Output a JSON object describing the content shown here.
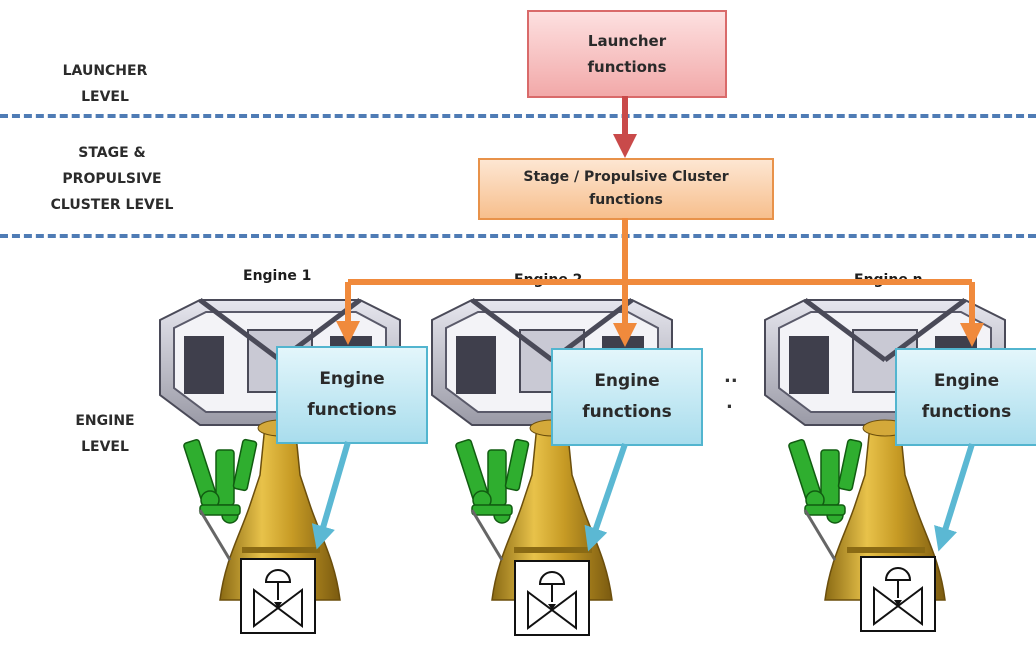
{
  "levels": {
    "launcher": "LAUNCHER\nLEVEL",
    "stage": "STAGE &\nPROPULSIVE\nCLUSTER LEVEL",
    "engine": "ENGINE\nLEVEL"
  },
  "boxes": {
    "launcher": "Launcher\nfunctions",
    "stage": "Stage / Propulsive Cluster\nfunctions",
    "engine": "Engine\nfunctions"
  },
  "engines": [
    {
      "title": "Engine 1"
    },
    {
      "title": "Engine 2"
    },
    {
      "title": "Engine n"
    }
  ],
  "ellipsis": "..",
  "icons": {
    "engine_picture": "rocket-engine-icon",
    "valve": "valve-actuator-icon"
  },
  "colors": {
    "dashed_separator": "#4f7cb5",
    "launcher_arrow": "#c94a4a",
    "cluster_arrows": "#f08a3c",
    "engine_arrows": "#5bb8d3",
    "launcher_box": "#f2a9a9",
    "stage_box": "#f7bf8d",
    "engine_box": "#a9dded"
  }
}
